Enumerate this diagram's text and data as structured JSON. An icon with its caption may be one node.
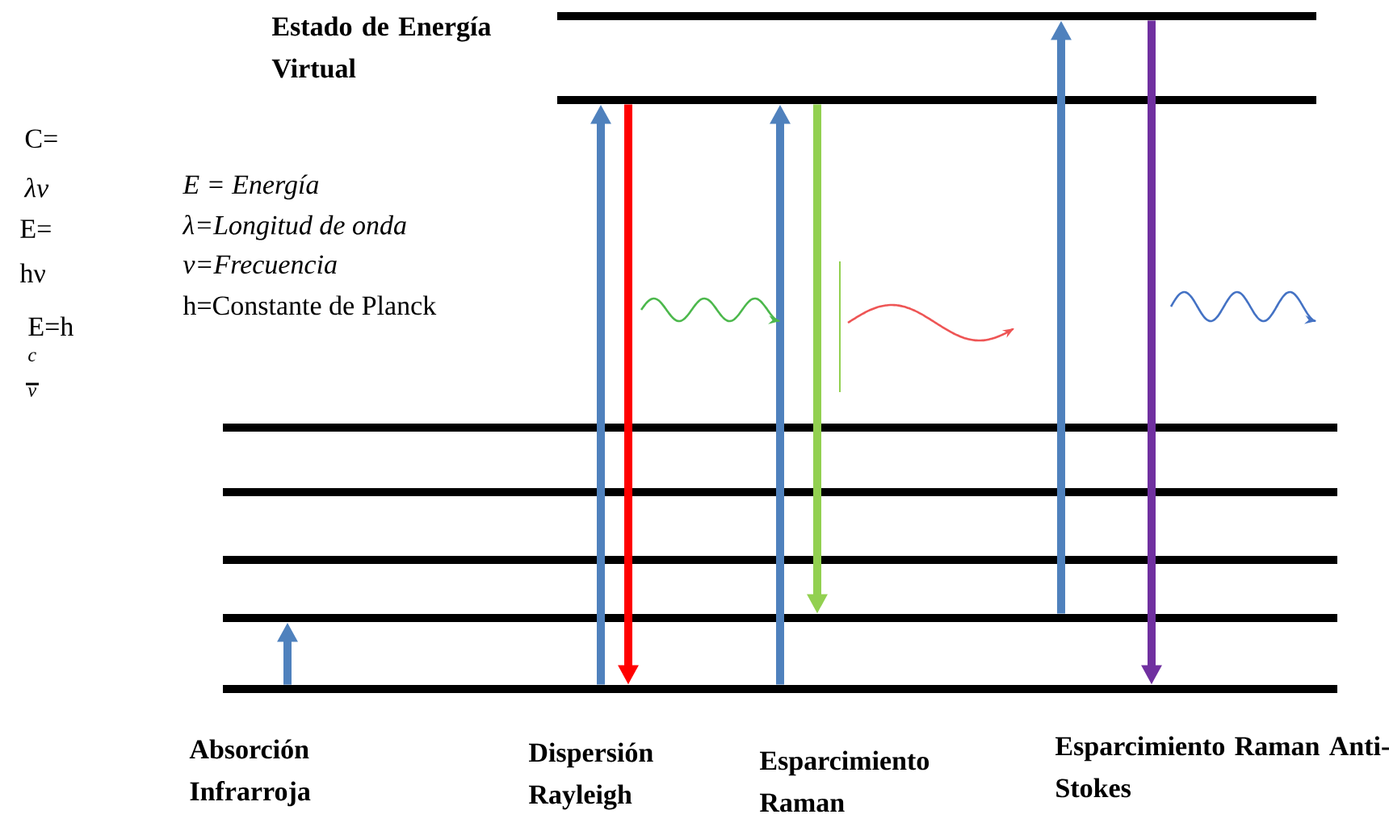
{
  "diagram": {
    "nodes": [
      {
        "text": [],
        "shape": "bar"
      },
      {
        "text": [],
        "shape": "bar"
      },
      {
        "text": [],
        "shape": "bar"
      },
      {
        "text": [],
        "shape": "bar"
      },
      {
        "text": [],
        "shape": "bar"
      },
      {
        "text": [],
        "shape": "bar"
      },
      {
        "text": [],
        "shape": "bar"
      }
    ],
    "edges": [
      {
        "from": 6,
        "to": 5,
        "arrow": "to"
      },
      {
        "from": 6,
        "to": 1,
        "arrow": "to"
      },
      {
        "from": 1,
        "to": 6,
        "arrow": "to",
        "color": "#ff0000"
      },
      {
        "from": 6,
        "to": 1,
        "arrow": "to"
      },
      {
        "from": 1,
        "to": 5,
        "arrow": "to",
        "color": "#92d050"
      },
      {
        "from": 5,
        "to": 0,
        "arrow": "to"
      },
      {
        "from": 0,
        "to": 6,
        "arrow": "to",
        "color": "#7030a0"
      }
    ],
    "labels": [
      "Estado de Energía Virtual",
      "C=",
      "λν",
      "E=",
      "hν",
      "E=h",
      "c",
      "ν",
      "E = Energía",
      "λ=Longitud de onda",
      "ν=Frecuencia",
      "h=Constante de Planck",
      "Absorción Infrarroja",
      "Dispersión Rayleigh",
      "Esparcimiento Raman",
      "Esparcimiento Raman Anti-Stokes"
    ]
  }
}
